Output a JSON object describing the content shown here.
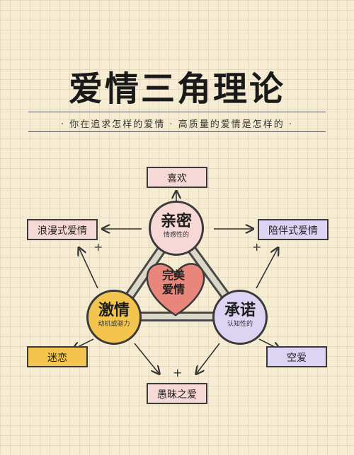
{
  "title": "爱情三角理论",
  "subtitle": "· 你在追求怎样的爱情 · 高质量的爱情是怎样的 ·",
  "nodes": {
    "intimacy": {
      "label": "亲密",
      "sub": "情感性的"
    },
    "passion": {
      "label": "激情",
      "sub": "动机或驱力"
    },
    "commitment": {
      "label": "承诺",
      "sub": "认知性的"
    }
  },
  "center": {
    "line1": "完美",
    "line2": "爱情"
  },
  "boxes": {
    "liking": "喜欢",
    "romantic": "浪漫式爱情",
    "companionate": "陪伴式爱情",
    "infatuation": "迷恋",
    "empty": "空爱",
    "fatuous": "愚昧之爱"
  },
  "plus_sign": "+",
  "colors": {
    "intimacy_fill": "#f6d8d6",
    "passion_fill": "#f3c54e",
    "commitment_fill": "#dcd4f2",
    "heart_fill": "#e8867c",
    "liking_fill": "#f6d8d6",
    "romantic_fill": "#f6d8d6",
    "companionate_fill": "#dcd4f2",
    "infatuation_fill": "#f3c54e",
    "empty_fill": "#dcd4f2",
    "fatuous_fill": "#f6d8d6",
    "triangle_stroke": "#4a4a4a",
    "triangle_inner": "#dcd8c8"
  }
}
